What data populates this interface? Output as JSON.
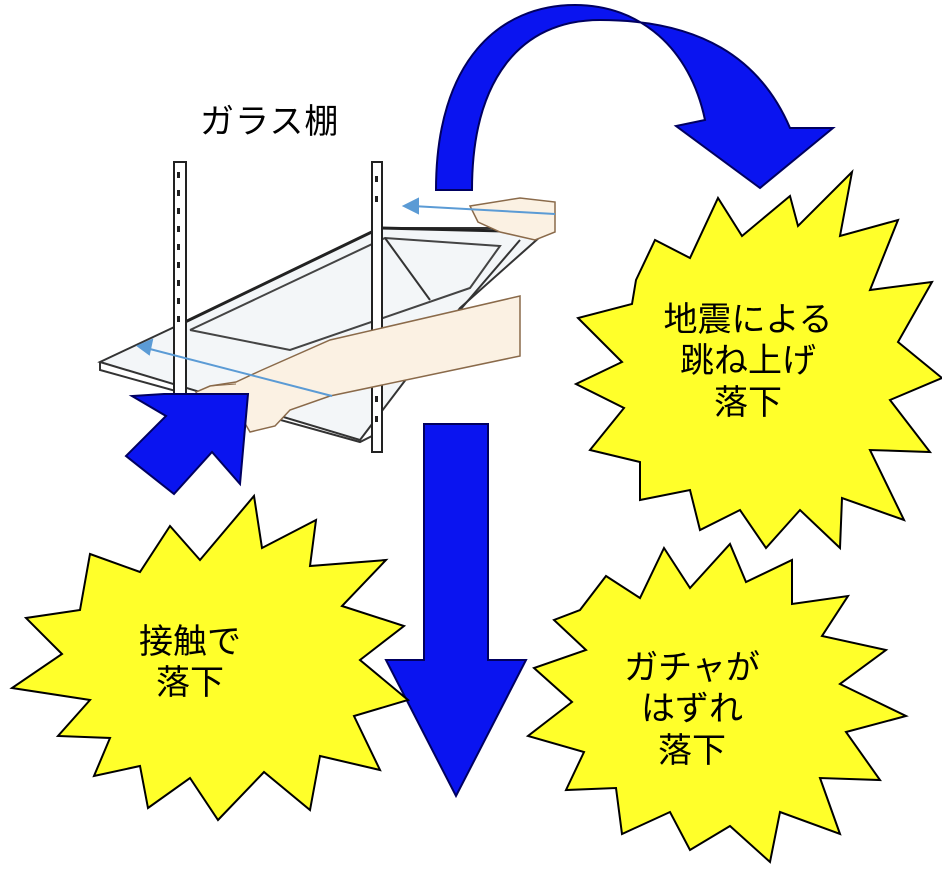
{
  "title": "ガラス棚",
  "bursts": {
    "quake": {
      "line1": "地震による",
      "line2": "跳ね上げ",
      "line3": "落下"
    },
    "contact": {
      "line1": "接触で",
      "line2": "落下"
    },
    "latch": {
      "line1": "ガチャが",
      "line2": "はずれ",
      "line3": "落下"
    }
  },
  "colors": {
    "arrow_fill": "#0a14f0",
    "arrow_stroke": "#000060",
    "burst_fill": "#ffff2a",
    "motion_arrow": "#5b9bd5",
    "skin": "#fbf1e3",
    "frame": "#222222"
  }
}
